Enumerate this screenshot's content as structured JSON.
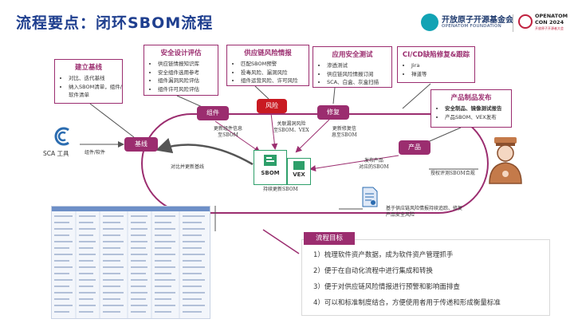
{
  "title": "流程要点：闭环SBOM流程",
  "logos": {
    "foundation_cn": "开放原子开源基金会",
    "foundation_en": "OPENATOM FOUNDATION",
    "con_line1": "OPENATOM",
    "con_line2": "CON 2024",
    "con_sub": "开放原子开源者大会"
  },
  "boxes": {
    "baseline": {
      "title": "建立基线",
      "items": [
        "对比、迭代基线",
        "纳入SBOM清单，组件/软件清单"
      ]
    },
    "design": {
      "title": "安全设计评估",
      "items": [
        "供应链情报知识库",
        "安全组件选用参考",
        "组件漏洞风险评估",
        "组件许可风险评估"
      ]
    },
    "intel": {
      "title": "供应链风险情报",
      "items": [
        "匹配SBOM预警",
        "投毒风险、漏洞风险",
        "组件运营风险、许可风险"
      ]
    },
    "apptest": {
      "title": "应用安全测试",
      "items": [
        "渗透测试",
        "供应链风险情报订阅",
        "SCA、白盒、灰盒扫描"
      ]
    },
    "cicd": {
      "title": "CI/CD缺陷修复&跟踪",
      "items": [
        "Jira",
        "禅道等"
      ]
    },
    "release": {
      "title": "产品制品发布",
      "items": [
        "安全制品、镜像测试报告",
        "产品SBOM、VEX发布"
      ]
    }
  },
  "nodes": {
    "baseline": "基线",
    "component": "组件",
    "risk": "风险",
    "fix": "修复",
    "product": "产品"
  },
  "sbom_label": "SBOM",
  "vex_label": "VEX",
  "labels": {
    "sca_tool": "SCA 工具",
    "components_software": "组件/软件",
    "compare_update": "对比并更新基线",
    "update_component_info": [
      "更新组件信息",
      "至SBOM"
    ],
    "link_risk": [
      "关联漏洞风险",
      "至SBOM、VEX"
    ],
    "update_fix_info": [
      "更新修复信",
      "息至SBOM"
    ],
    "release_product": [
      "发布产品",
      "对应的SBOM"
    ],
    "authorize_sbom": "授权评测SBOM合规",
    "continuous_update": "持续更新SBOM",
    "continuous_track": [
      "基于供应链风险情报持续追踪、修复",
      "产品安全风险"
    ]
  },
  "goals": {
    "heading": "流程目标",
    "items": [
      "1）梳理软件资产数据，成为软件资产管理抓手",
      "2）便于在自动化流程中进行集成和转换",
      "3）便于对供应链风险情报进行预警和影响面排查",
      "4）可以和标准制度结合，方便使用者用于传递和形成衡量标准"
    ]
  },
  "colors": {
    "accent": "#9b2d6f",
    "risk": "#c91a22",
    "title": "#1f3f8f",
    "sbom": "#2e9f6a"
  }
}
